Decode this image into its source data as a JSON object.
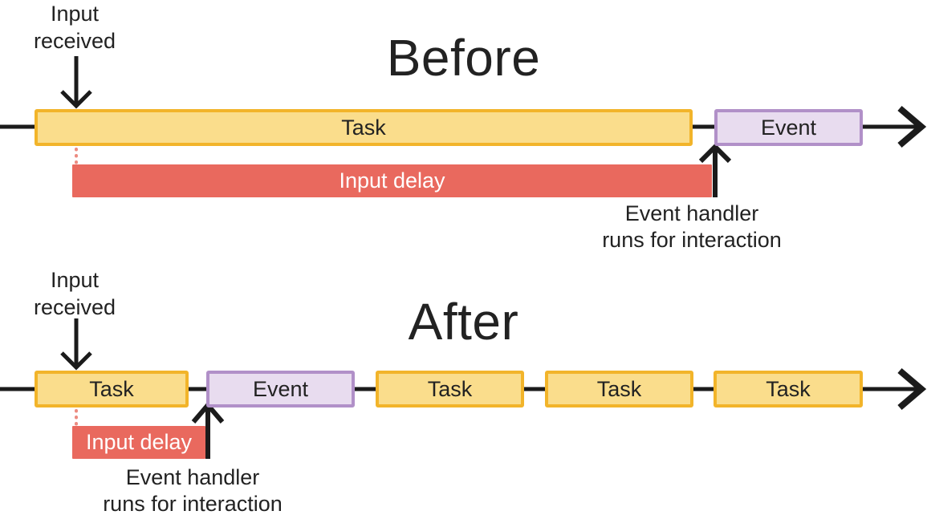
{
  "colors": {
    "text": "#222222",
    "arrow": "#1b1b1b",
    "task_fill": "#fadd8c",
    "task_border": "#f2b42a",
    "event_fill": "#e8dcef",
    "event_border": "#b190c8",
    "delay_fill": "#e9695e",
    "delay_text": "#ffffff",
    "dot": "#ec8b80"
  },
  "before": {
    "title": "Before",
    "input_marker": {
      "line1": "Input",
      "line2": "received"
    },
    "task_label": "Task",
    "event_label": "Event",
    "delay_label": "Input delay",
    "handler_caption": {
      "line1": "Event handler",
      "line2": "runs for interaction"
    }
  },
  "after": {
    "title": "After",
    "input_marker": {
      "line1": "Input",
      "line2": "received"
    },
    "tasks": [
      "Task",
      "Task",
      "Task",
      "Task"
    ],
    "event_label": "Event",
    "delay_label": "Input delay",
    "handler_caption": {
      "line1": "Event handler",
      "line2": "runs for interaction"
    }
  }
}
